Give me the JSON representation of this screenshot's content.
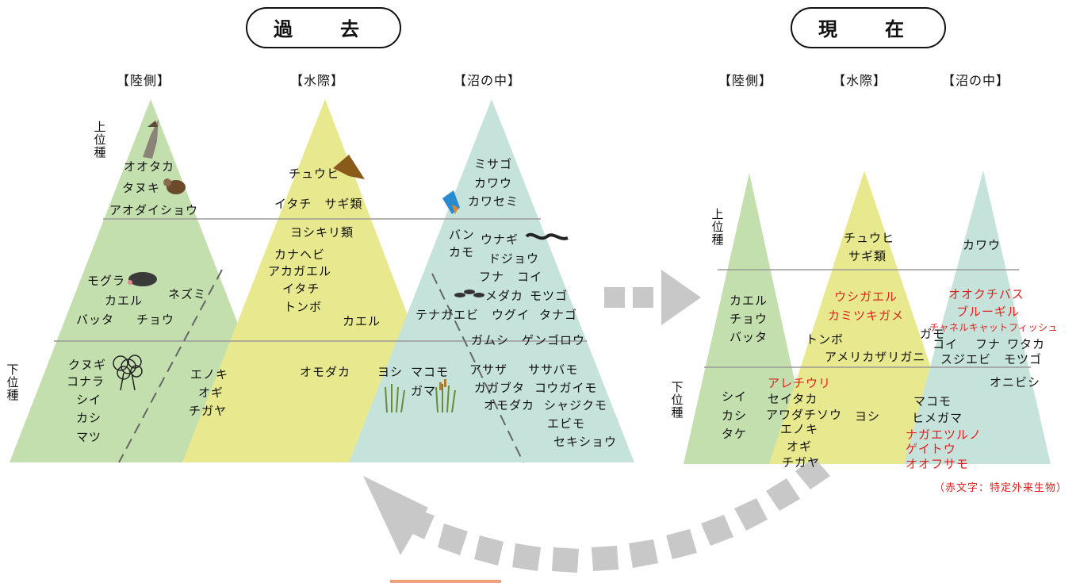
{
  "past_label": "過　去",
  "present_label": "現　在",
  "past_headers": {
    "land": "【陸側】",
    "water_edge": "【水際】",
    "marsh": "【沼の中】"
  },
  "present_headers": {
    "land": "【陸側】",
    "water_edge": "【水際】",
    "marsh": "【沼の中】"
  },
  "axis": {
    "upper": "上位種",
    "lower": "下位種"
  },
  "note": "（赤文字：特定外来生物）",
  "colors": {
    "land": "#c4dfae",
    "water_edge": "#e8e98e",
    "marsh": "#c6e3db",
    "invasive_text": "#e0201e",
    "arrow": "#c8c8c8"
  },
  "past": {
    "land": [
      "オオタカ",
      "タヌキ",
      "アオダイショウ",
      "モグラ",
      "ネズミ",
      "カエル",
      "バッタ",
      "チョウ",
      "クヌギ",
      "コナラ",
      "シイ",
      "カシ",
      "マツ",
      "エノキ",
      "オギ",
      "チガヤ"
    ],
    "water_edge": [
      "チュウヒ",
      "イタチ　サギ類",
      "ヨシキリ類",
      "カナヘビ",
      "アカガエル",
      "イタチ",
      "トンボ",
      "カエル",
      "オモダカ",
      "ヨシ",
      "マコモ",
      "ガマ"
    ],
    "marsh": [
      "ミサゴ",
      "カワウ",
      "カワセミ",
      "バン",
      "ウナギ",
      "カモ",
      "ドジョウ",
      "フナ　コイ",
      "メダカ",
      "モツゴ",
      "テナガエビ",
      "ウグイ",
      "タナゴ",
      "ガムシ",
      "ゲンゴロウ",
      "アサザ",
      "ササバモ",
      "ガガブタ",
      "コウガイモ",
      "オモダカ",
      "シャジクモ",
      "エビモ",
      "セキショウ"
    ]
  },
  "present": {
    "land": [
      "カエル",
      "チョウ",
      "バッタ",
      "シイ",
      "カシ",
      "タケ"
    ],
    "water_edge": [
      "チュウヒ",
      "サギ類",
      "ウシガエル",
      "カミツキガメ",
      "トンボ",
      "アメリカザリガニ",
      "アレチウリ",
      "セイタカ",
      "アワダチソウ",
      "ヨシ",
      "エノキ",
      "オギ",
      "チガヤ"
    ],
    "marsh": [
      "カワウ",
      "オオクチバス",
      "ブルーギル",
      "チャネルキャットフィッシュ",
      "ガモ",
      "コイ",
      "フナ",
      "ワタカ",
      "スジエビ",
      "モツゴ",
      "オニビシ",
      "マコモ",
      "ヒメガマ",
      "ナガエツルノ",
      "ゲイトウ",
      "オオフサモ"
    ]
  }
}
